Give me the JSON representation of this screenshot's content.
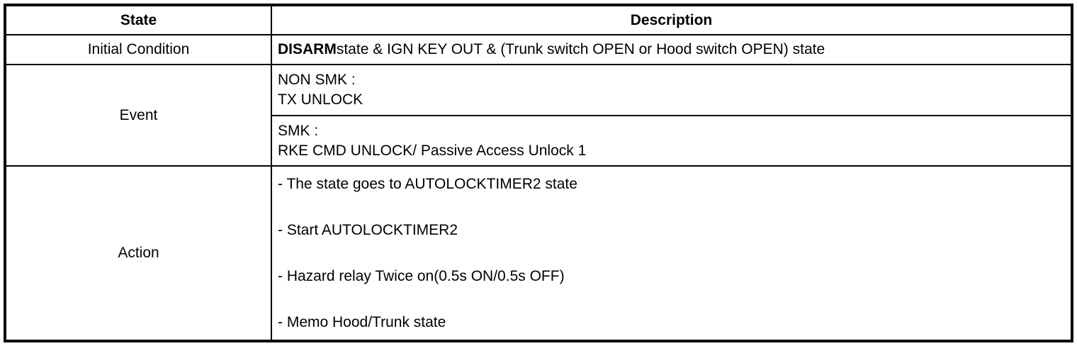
{
  "colors": {
    "border": "#000000",
    "background": "#ffffff",
    "text": "#000000"
  },
  "table": {
    "header": {
      "state": "State",
      "description": "Description"
    },
    "initial_condition": {
      "label": "Initial Condition",
      "bold_prefix": "DISARM",
      "text": "state & IGN KEY OUT & (Trunk switch OPEN or Hood switch OPEN) state"
    },
    "event": {
      "label": "Event",
      "non_smk": {
        "line1": "NON SMK :",
        "line2": "TX UNLOCK"
      },
      "smk": {
        "line1": "SMK :",
        "line2": "RKE CMD UNLOCK/ Passive Access Unlock 1"
      }
    },
    "action": {
      "label": "Action",
      "items": [
        "- The state goes to AUTOLOCKTIMER2 state",
        "- Start AUTOLOCKTIMER2",
        "- Hazard relay Twice on(0.5s ON/0.5s OFF)",
        "- Memo Hood/Trunk state"
      ]
    }
  }
}
